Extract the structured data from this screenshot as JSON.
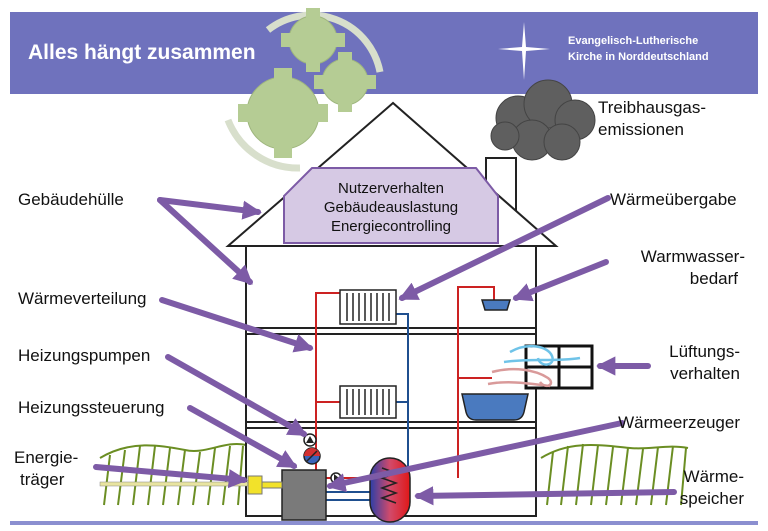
{
  "header": {
    "title": "Alles hängt zusammen",
    "org_line1": "Evangelisch-Lutherische",
    "org_line2": "Kirche in Norddeutschland"
  },
  "center_box": {
    "line1": "Nutzerverhalten",
    "line2": "Gebäudeauslastung",
    "line3": "Energiecontrolling"
  },
  "labels": {
    "treibhaus_1": "Treibhausgas-",
    "treibhaus_2": "emissionen",
    "gebaeudehuelle": "Gebäudehülle",
    "waermeuebergabe": "Wärmeübergabe",
    "warmwasser_1": "Warmwasser-",
    "warmwasser_2": "bedarf",
    "waermeverteilung": "Wärmeverteilung",
    "heizungspumpen": "Heizungspumpen",
    "lueftung_1": "Lüftungs-",
    "lueftung_2": "verhalten",
    "heizungssteuerung": "Heizungssteuerung",
    "waermeerzeuger": "Wärmeerzeuger",
    "energie_1": "Energie-",
    "energie_2": "träger",
    "speicher_1": "Wärme-",
    "speicher_2": "speicher"
  },
  "colors": {
    "banner": "#6f72bd",
    "arrow": "#7d5ba6",
    "gear": "#b5cc94",
    "cloud": "#5f5f5f",
    "pipe_hot": "#cc2222",
    "pipe_cold": "#1f4f8f",
    "roof_box": "#d6c9e4",
    "grass": "#6b8e23"
  }
}
